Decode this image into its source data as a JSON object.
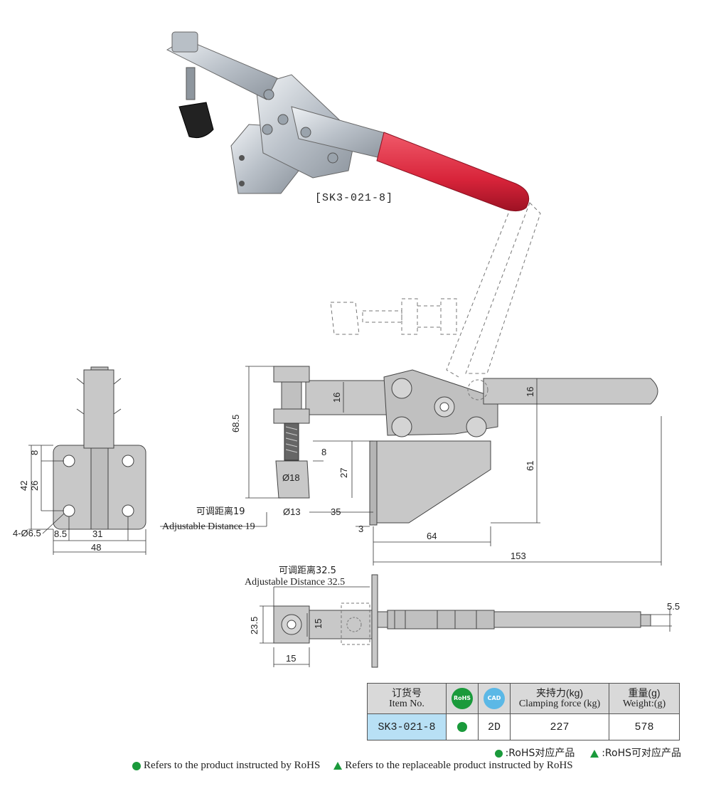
{
  "product": {
    "photo_label": "[SK3-021-8]"
  },
  "dimensions": {
    "side_view": {
      "clamp_height": "68.5",
      "arm_thickness": "16",
      "handle_thickness": "16",
      "offset_8": "8",
      "spindle_27": "27",
      "spindle_dia": "Ø18",
      "pad_dia": "Ø13",
      "reach_35": "35",
      "height_61": "61",
      "base_3": "3",
      "base_64": "64",
      "overall_153": "153",
      "adjust_cn": "可调距离19",
      "adjust_en": "Adjustable Distance 19"
    },
    "front_view": {
      "d8": "8",
      "d42": "42",
      "d26": "26",
      "holes": "4-Ø6.5",
      "d8_5": "8.5",
      "d31": "31",
      "d48": "48"
    },
    "top_view": {
      "adjust_cn": "可调距离32.5",
      "adjust_en": "Adjustable Distance 32.5",
      "d23_5": "23.5",
      "d15_inner": "15",
      "d15": "15",
      "d5_5": "5.5"
    }
  },
  "table": {
    "headers": {
      "item_cn": "订货号",
      "item_en": "Item No.",
      "rohs_badge": "RoHS",
      "cad_badge": "CAD",
      "force_cn": "夹持力(kg)",
      "force_en": "Clamping force (kg)",
      "weight_cn": "重量(g)",
      "weight_en": "Weight:(g)"
    },
    "row": {
      "item_no": "SK3-021-8",
      "cad": "2D",
      "clamping_force": "227",
      "weight": "578"
    }
  },
  "legend": {
    "rohs_cn": ":RoHS对应产品",
    "replace_cn": ":RoHS可对应产品",
    "rohs_en": "Refers to the product instructed by RoHS",
    "replace_en": "Refers to the replaceable product instructed by RoHS"
  },
  "colors": {
    "handle_red": "#d8243a",
    "steel": "#c9cfd6",
    "part_fill": "#c8c8c8",
    "rohs_green": "#1a9a3b",
    "cad_blue": "#5bb8e6",
    "item_cell": "#b8e0f5"
  }
}
